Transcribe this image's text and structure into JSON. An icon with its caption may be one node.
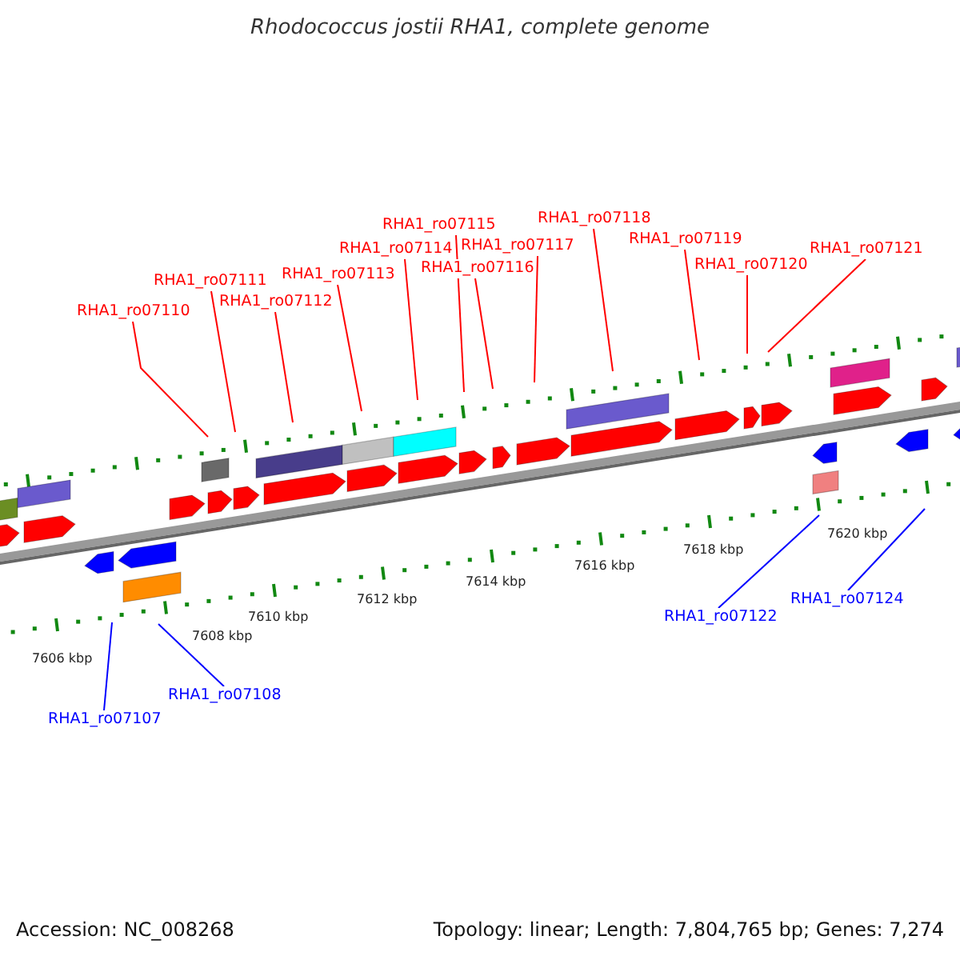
{
  "diagram": {
    "title": "Rhodococcus jostii RHA1, complete genome",
    "nodes": [
      {
        "text": [
          "RHA1_ro07107"
        ]
      },
      {
        "text": [
          "RHA1_ro07108"
        ]
      },
      {
        "text": [
          "RHA1_ro07110"
        ]
      },
      {
        "text": [
          "RHA1_ro07111"
        ]
      },
      {
        "text": [
          "RHA1_ro07112"
        ]
      },
      {
        "text": [
          "RHA1_ro07113"
        ]
      },
      {
        "text": [
          "RHA1_ro07114"
        ]
      },
      {
        "text": [
          "RHA1_ro07115"
        ]
      },
      {
        "text": [
          "RHA1_ro07116"
        ]
      },
      {
        "text": [
          "RHA1_ro07117"
        ]
      },
      {
        "text": [
          "RHA1_ro07118"
        ]
      },
      {
        "text": [
          "RHA1_ro07119"
        ]
      },
      {
        "text": [
          "RHA1_ro07120"
        ]
      },
      {
        "text": [
          "RHA1_ro07121"
        ]
      },
      {
        "text": [
          "RHA1_ro07122"
        ]
      },
      {
        "text": [
          "RHA1_ro07124"
        ]
      }
    ],
    "edges": [
      {
        "from": 0,
        "to": null,
        "arrow": "none",
        "color": "#0000ff"
      },
      {
        "from": 1,
        "to": null,
        "arrow": "none",
        "color": "#0000ff"
      },
      {
        "from": 2,
        "to": null,
        "arrow": "none"
      },
      {
        "from": 3,
        "to": null,
        "arrow": "none"
      },
      {
        "from": 4,
        "to": null,
        "arrow": "none"
      },
      {
        "from": 5,
        "to": null,
        "arrow": "none"
      },
      {
        "from": 6,
        "to": null,
        "arrow": "none"
      },
      {
        "from": 7,
        "to": null,
        "arrow": "none"
      },
      {
        "from": 8,
        "to": null,
        "arrow": "none"
      },
      {
        "from": 9,
        "to": null,
        "arrow": "none"
      },
      {
        "from": 10,
        "to": null,
        "arrow": "none"
      },
      {
        "from": 11,
        "to": null,
        "arrow": "none"
      },
      {
        "from": 12,
        "to": null,
        "arrow": "none"
      },
      {
        "from": 13,
        "to": null,
        "arrow": "none"
      },
      {
        "from": 14,
        "to": null,
        "arrow": "none",
        "color": "#0000ff"
      },
      {
        "from": 15,
        "to": null,
        "arrow": "none",
        "color": "#0000ff"
      }
    ],
    "labels": [
      "7606 kbp",
      "7608 kbp",
      "7610 kbp",
      "7612 kbp",
      "7614 kbp",
      "7616 kbp",
      "7618 kbp",
      "7620 kbp",
      "Accession: NC_008268",
      "Topology: linear; Length: 7,804,765 bp; Genes: 7,274"
    ]
  }
}
